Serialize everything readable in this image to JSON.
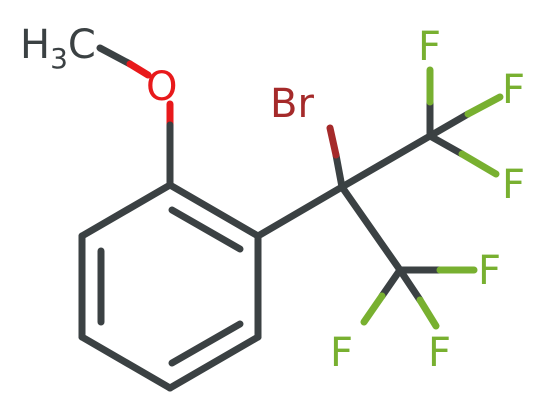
{
  "molecule": {
    "atoms": {
      "methyl": {
        "main": "H",
        "subscript": "3",
        "tail": "C"
      },
      "oxygen": "O",
      "bromine": "Br",
      "fluorine": "F"
    },
    "colors": {
      "carbon_bond": "#3b4143",
      "oxygen": "#e8191b",
      "bromine": "#a52a2a",
      "fluorine": "#78b030",
      "carbon_text": "#3b4143"
    }
  }
}
